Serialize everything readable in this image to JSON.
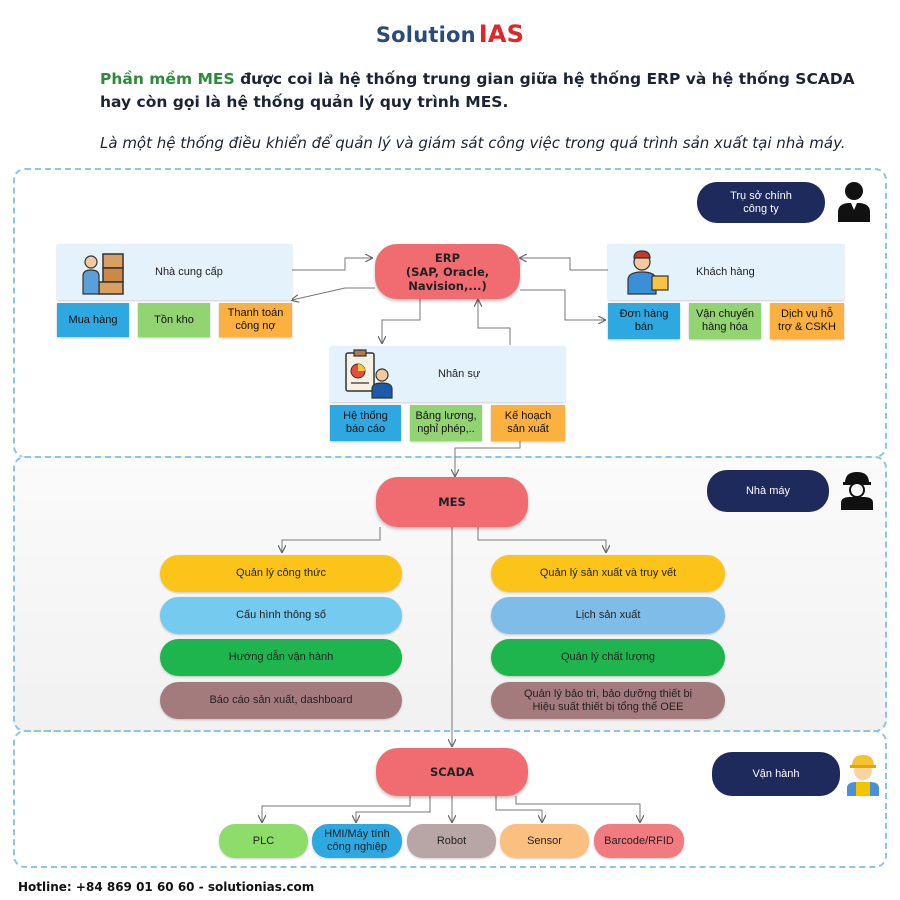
{
  "logo": {
    "part1": "Solution",
    "part2": "IAS"
  },
  "intro": {
    "highlight": "Phần mềm MES",
    "line1_rest": " được coi là hệ thống trung gian giữa hệ thống ERP và hệ thống SCADA",
    "line2": "hay còn gọi là hệ thống quản lý quy trình MES.",
    "line3": "Là một hệ thống điều khiển để quản lý và giám sát công việc trong quá trình sản xuất tại nhà máy."
  },
  "levels": {
    "hq": "Trụ sở chính công ty",
    "factory": "Nhà máy",
    "operation": "Vận hành"
  },
  "erp": {
    "title": "ERP",
    "subtitle": "(SAP, Oracle, Navision,...)"
  },
  "supplier": {
    "label": "Nhà cung cấp",
    "items": [
      "Mua hàng",
      "Tồn kho",
      "Thanh toán công nợ"
    ]
  },
  "customer": {
    "label": "Khách hàng",
    "items": [
      "Đơn hàng bán",
      "Vận chuyển hàng hóa",
      "Dịch vụ hỗ trợ & CSKH"
    ]
  },
  "hr": {
    "label": "Nhân sự",
    "items": [
      "Hệ thống báo cáo",
      "Bảng lương, nghỉ phép,..",
      "Kế hoạch sản xuất"
    ]
  },
  "mes": {
    "title": "MES",
    "left": [
      "Quản lý công thức",
      "Cấu hình thông số",
      "Hướng dẫn vận hành",
      "Báo cáo sản xuất, dashboard"
    ],
    "right": [
      "Quản lý sản xuất và truy vết",
      "Lịch sản xuất",
      "Quản lý chất lượng",
      "Quản lý bảo trì, bảo dưỡng thiết bị Hiệu suất thiết bị tổng thể OEE"
    ]
  },
  "scada": {
    "title": "SCADA",
    "devices": [
      "PLC",
      "HMI/Máy tính công nghiệp",
      "Robot",
      "Sensor",
      "Barcode/RFID"
    ]
  },
  "footer": "Hotline: +84 869 01 60 60  -  solutionias.com",
  "colors": {
    "accent_red": "#f06c71",
    "navy": "#1e2a5c",
    "dash": "#8ec5e4"
  },
  "icons": [
    "worker-with-boxes-icon",
    "delivery-man-icon",
    "report-clipboard-icon",
    "businessman-icon",
    "engineer-hardhat-icon",
    "worker-yellow-helmet-icon"
  ]
}
